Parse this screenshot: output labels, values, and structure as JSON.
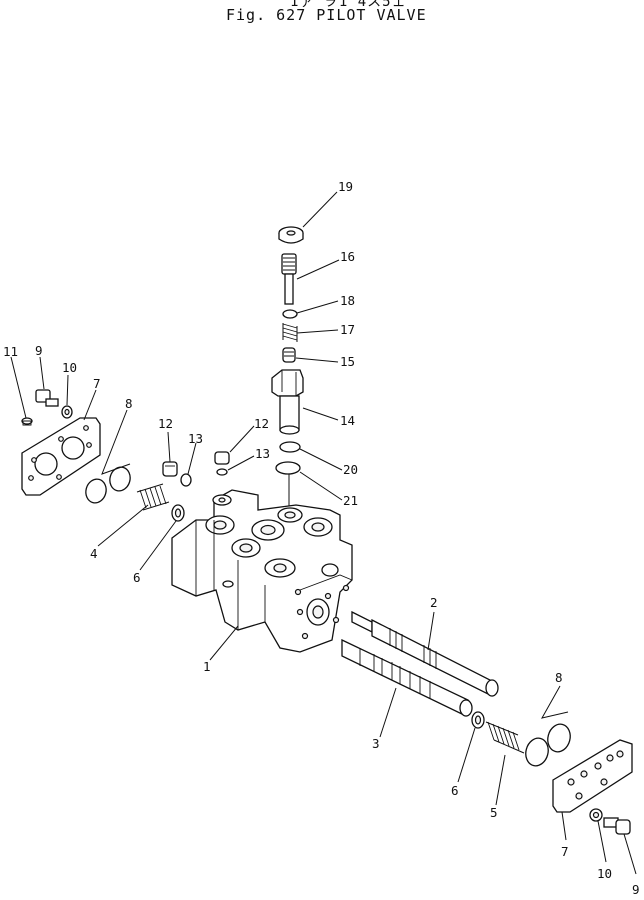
{
  "header": {
    "cut_text": "1ァ ヲ1  4ス5ェ",
    "title": "Fig. 627   PILOT  VALVE"
  },
  "callouts": [
    {
      "id": "c19",
      "text": "19"
    },
    {
      "id": "c16",
      "text": "16"
    },
    {
      "id": "c18",
      "text": "18"
    },
    {
      "id": "c17",
      "text": "17"
    },
    {
      "id": "c15",
      "text": "15"
    },
    {
      "id": "c14",
      "text": "14"
    },
    {
      "id": "c20",
      "text": "20"
    },
    {
      "id": "c21",
      "text": "21"
    },
    {
      "id": "c12a",
      "text": "12"
    },
    {
      "id": "c12b",
      "text": "12"
    },
    {
      "id": "c13a",
      "text": "13"
    },
    {
      "id": "c13b",
      "text": "13"
    },
    {
      "id": "c11",
      "text": "11"
    },
    {
      "id": "c9a",
      "text": "9"
    },
    {
      "id": "c10a",
      "text": "10"
    },
    {
      "id": "c7a",
      "text": "7"
    },
    {
      "id": "c8a",
      "text": "8"
    },
    {
      "id": "c4",
      "text": "4"
    },
    {
      "id": "c6a",
      "text": "6"
    },
    {
      "id": "c1",
      "text": "1"
    },
    {
      "id": "c2",
      "text": "2"
    },
    {
      "id": "c3",
      "text": "3"
    },
    {
      "id": "c6b",
      "text": "6"
    },
    {
      "id": "c5",
      "text": "5"
    },
    {
      "id": "c8b",
      "text": "8"
    },
    {
      "id": "c7b",
      "text": "7"
    },
    {
      "id": "c10b",
      "text": "10"
    },
    {
      "id": "c9b",
      "text": "9"
    }
  ]
}
